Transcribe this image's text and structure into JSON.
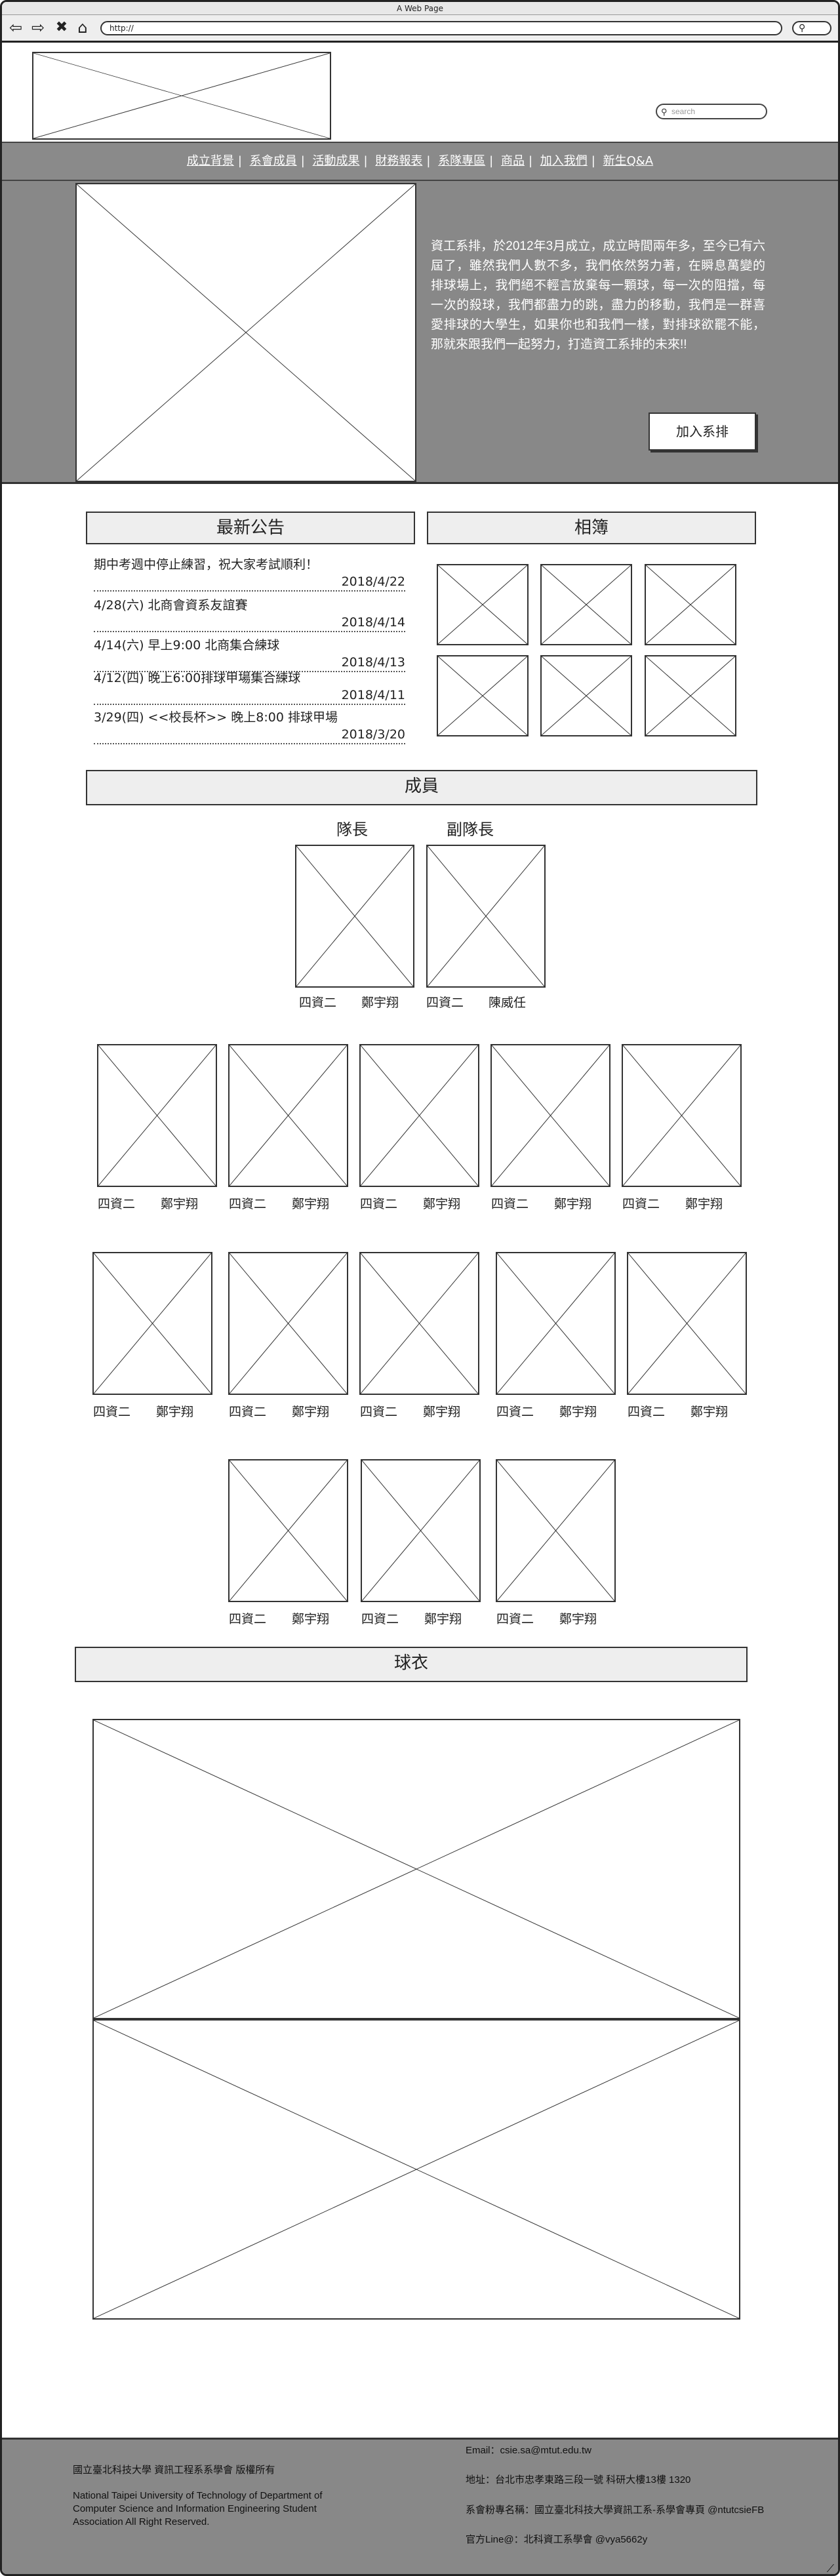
{
  "browser": {
    "title": "A Web Page",
    "url": "http://"
  },
  "header": {
    "search_placeholder": "search"
  },
  "menu": {
    "items": [
      "成立背景",
      "系會成員",
      "活動成果",
      "財務報表",
      "系隊專區",
      "商品",
      "加入我們",
      "新生Q&A"
    ]
  },
  "hero": {
    "text": "資工系排，於2012年3月成立，成立時間兩年多，至今已有六屆了，雖然我們人數不多，我們依然努力著，在瞬息萬變的排球場上，我們絕不輕言放棄每一顆球，每一次的阻擋，每一次的殺球，我們都盡力的跳，盡力的移動，我們是一群喜愛排球的大學生，如果你也和我們一樣，對排球欲罷不能，那就來跟我們一起努力，打造資工系排的未來!!",
    "join_button": "加入系排"
  },
  "announcements": {
    "title": "最新公告",
    "items": [
      {
        "text": "期中考週中停止練習，祝大家考試順利！",
        "date": "2018/4/22"
      },
      {
        "text": "4/28(六) 北商會資系友誼賽",
        "date": "2018/4/14"
      },
      {
        "text": "4/14(六) 早上9:00 北商集合練球",
        "date": "2018/4/13"
      },
      {
        "text": "4/12(四) 晚上6:00排球甲場集合練球",
        "date": "2018/4/11"
      },
      {
        "text": "3/29(四) <<校長杯>> 晚上8:00 排球甲場",
        "date": "2018/3/20"
      }
    ]
  },
  "album": {
    "title": "相簿"
  },
  "members": {
    "title": "成員",
    "captain_title": "隊長",
    "vice_title": "副隊長",
    "captain": {
      "grade": "四資二",
      "name": "鄭宇翔"
    },
    "vice": {
      "grade": "四資二",
      "name": "陳威任"
    },
    "member": {
      "grade": "四資二",
      "name": "鄭宇翔"
    }
  },
  "jersey": {
    "title": "球衣"
  },
  "footer": {
    "copyright": "國立臺北科技大學 資訊工程系系學會 版權所有",
    "english_lines": [
      "National Taipei University of Technology of Department of",
      "Computer Science and Information Engineering Student",
      "Association All Right Reserved."
    ],
    "email": "Email：csie.sa@mtut.edu.tw",
    "address": "地址：台北市忠孝東路三段一號 科研大樓13樓 1320",
    "fanpage": "系會粉專名稱：國立臺北科技大學資訊工系-系學會專頁 @ntutcsieFB",
    "line": "官方Line@：北科資工系學會 @vya5662y"
  }
}
